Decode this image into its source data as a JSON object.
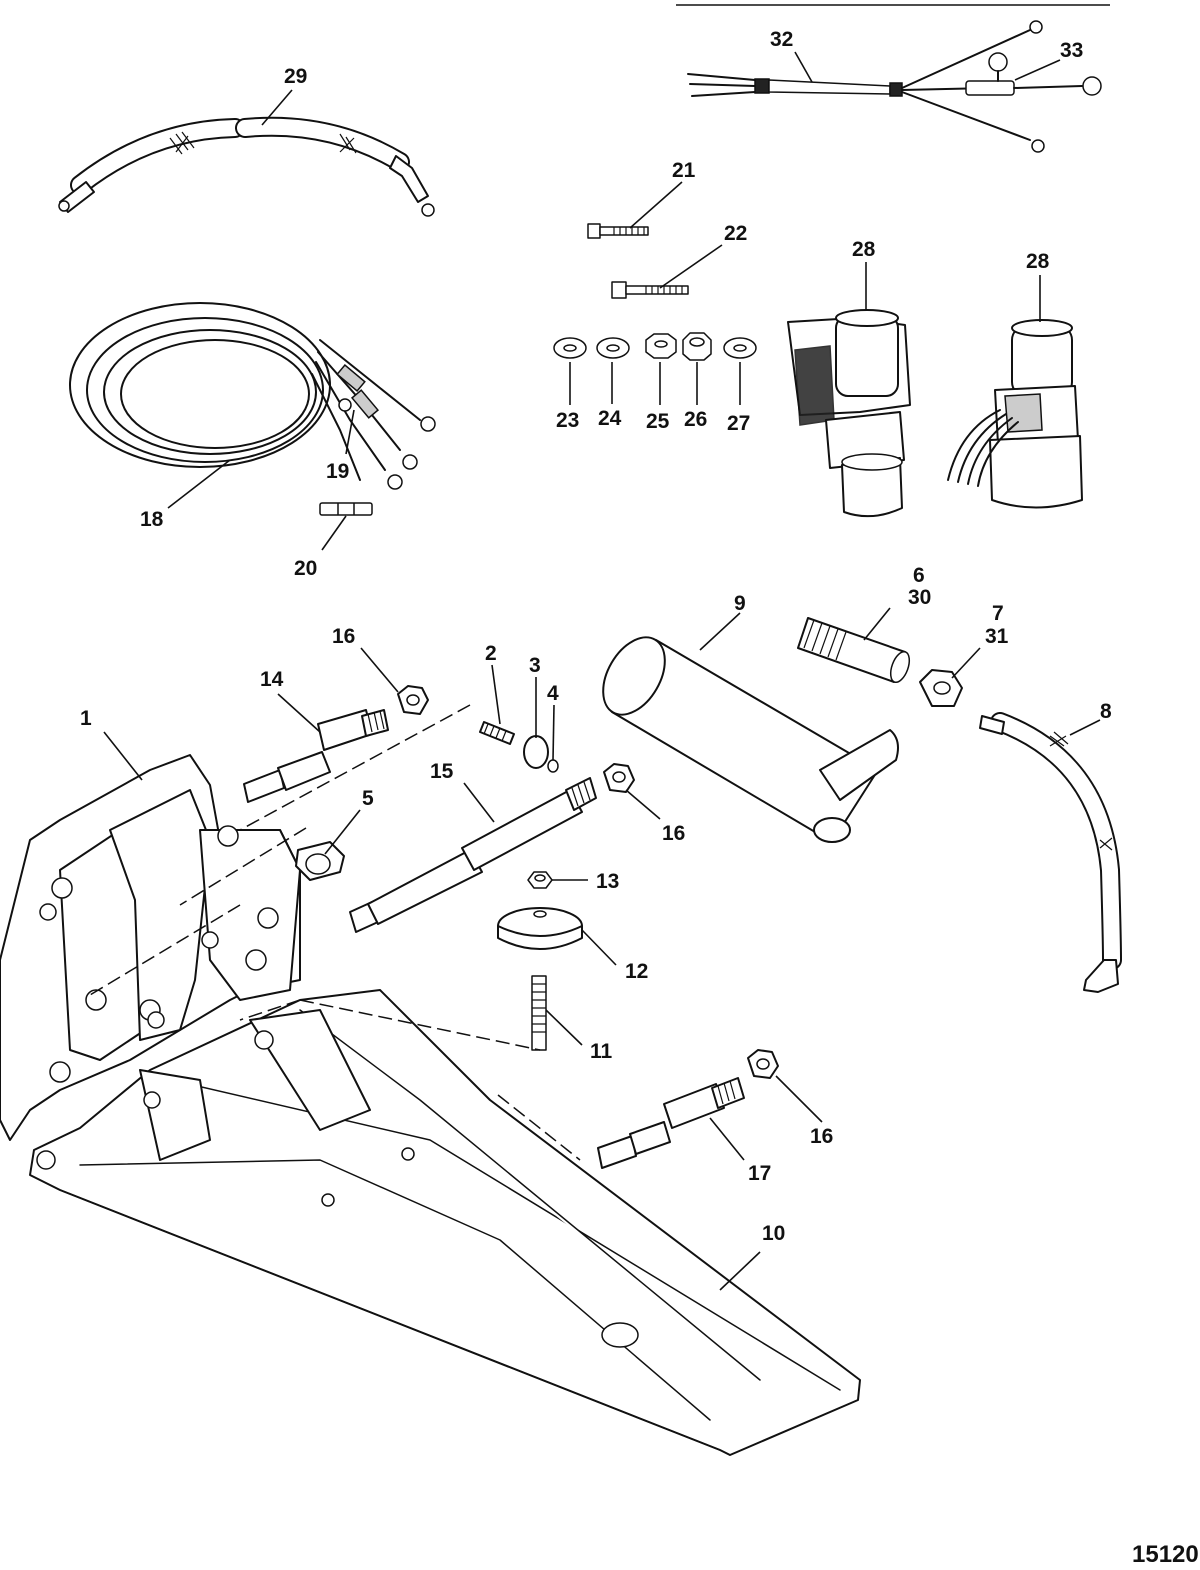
{
  "drawing_number": "15120",
  "callouts": {
    "c1": "1",
    "c2": "2",
    "c3": "3",
    "c4": "4",
    "c5": "5",
    "c6": "6",
    "c7": "7",
    "c8": "8",
    "c9": "9",
    "c10": "10",
    "c11": "11",
    "c12": "12",
    "c13": "13",
    "c14": "14",
    "c15": "15",
    "c16": "16",
    "c17": "17",
    "c18": "18",
    "c19": "19",
    "c20": "20",
    "c21": "21",
    "c22": "22",
    "c23": "23",
    "c24": "24",
    "c25": "25",
    "c26": "26",
    "c27": "27",
    "c28": "28",
    "c29": "29",
    "c30": "30",
    "c31": "31",
    "c32": "32",
    "c33": "33"
  }
}
